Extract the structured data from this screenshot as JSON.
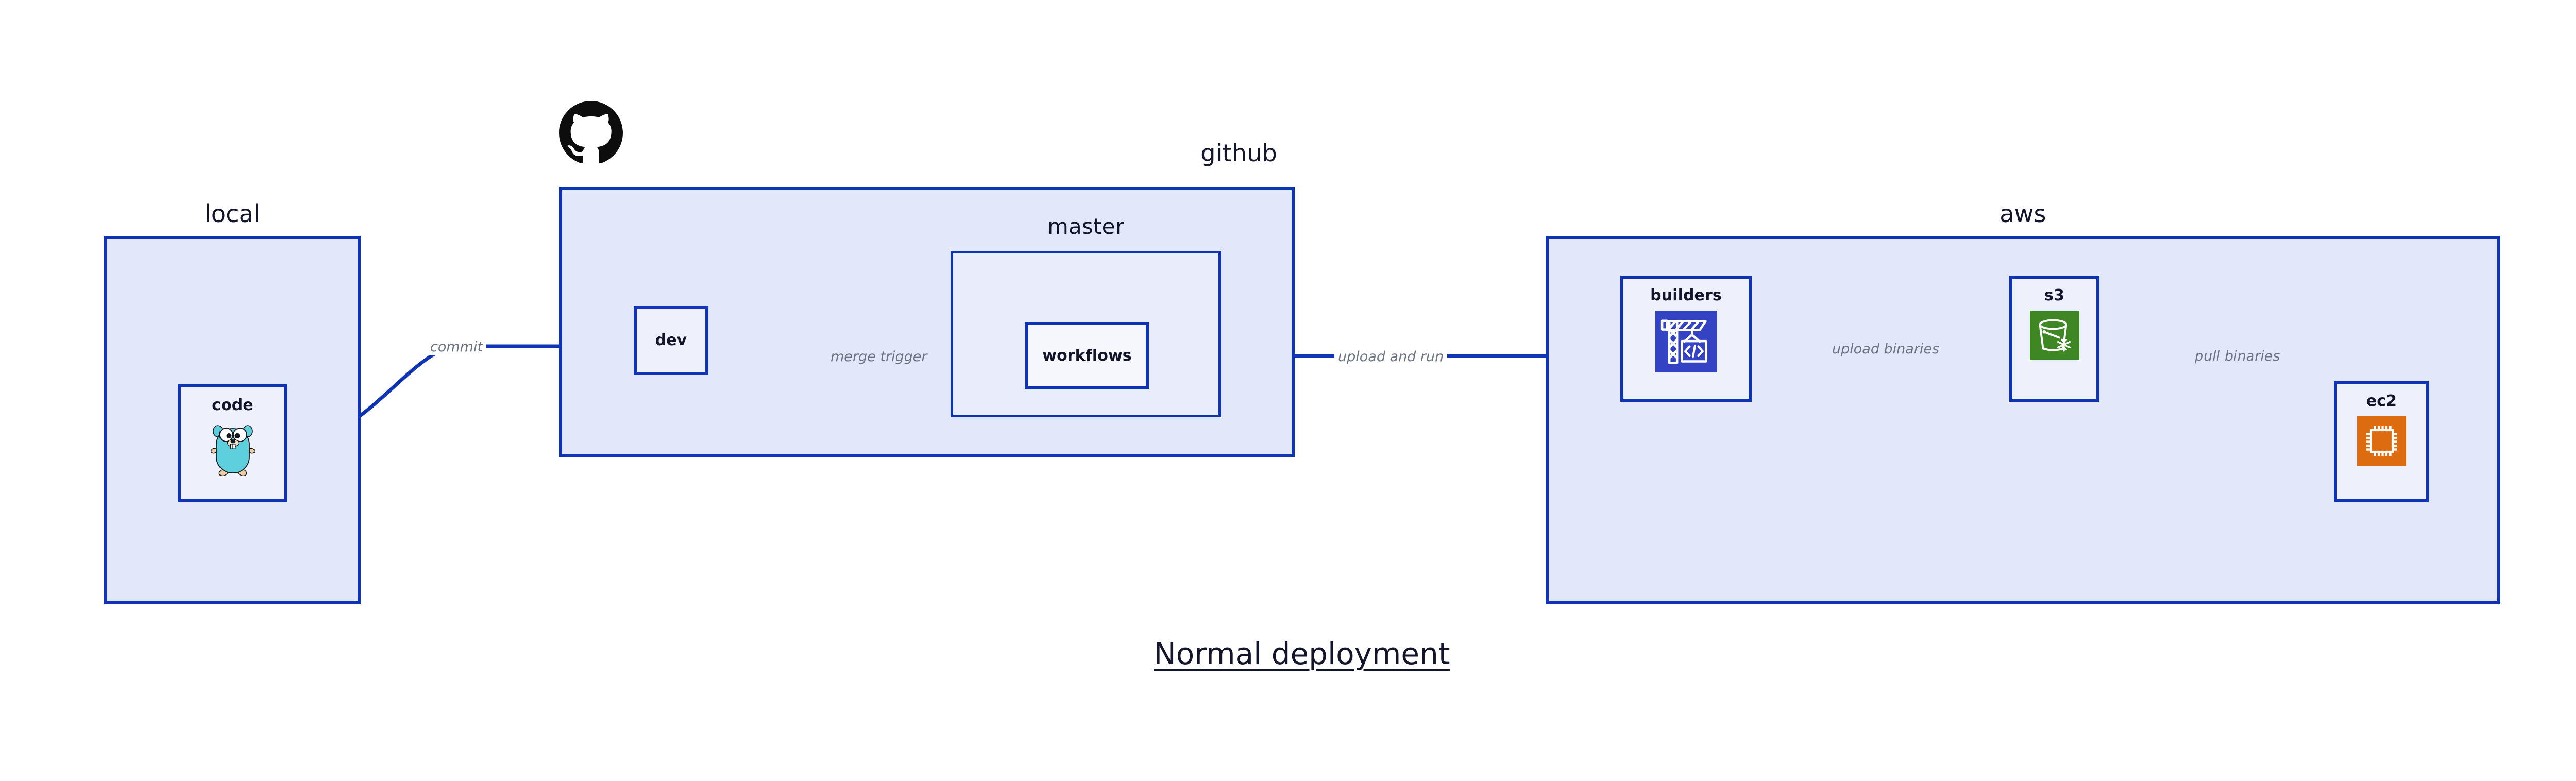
{
  "diagram": {
    "title": "Normal deployment",
    "colors": {
      "group_fill": "#e2e7fa",
      "nested_group_fill": "#e9edfb",
      "node_fill": "#eef1fc",
      "stroke": "#0f33b5",
      "label_text": "#13162b",
      "edge_label_text": "#6b7280",
      "builders_icon_bg": "#3442c4",
      "s3_icon_bg": "#3f8624",
      "ec2_icon_bg": "#dd6b10",
      "gopher_body": "#5ecfdc",
      "github_logo": "#0d0d0d"
    }
  },
  "groups": [
    {
      "id": "local",
      "label": "local"
    },
    {
      "id": "github",
      "label": "github"
    },
    {
      "id": "master",
      "label": "master"
    },
    {
      "id": "aws",
      "label": "aws"
    }
  ],
  "nodes": [
    {
      "id": "code",
      "label": "code",
      "icon": "go-gopher-icon",
      "group": "local"
    },
    {
      "id": "dev",
      "label": "dev",
      "icon": null,
      "group": "github"
    },
    {
      "id": "workflows",
      "label": "workflows",
      "icon": null,
      "group": "master"
    },
    {
      "id": "builders",
      "label": "builders",
      "icon": "crane-code-icon",
      "group": "aws"
    },
    {
      "id": "s3",
      "label": "s3",
      "icon": "s3-bucket-icon",
      "group": "aws"
    },
    {
      "id": "ec2",
      "label": "ec2",
      "icon": "ec2-cpu-icon",
      "group": "aws"
    }
  ],
  "edges": [
    {
      "id": "commit",
      "label": "commit",
      "from": "code",
      "to": "dev"
    },
    {
      "id": "merge-trigger",
      "label": "merge trigger",
      "from": "dev",
      "to": "workflows"
    },
    {
      "id": "upload-and-run",
      "label": "upload and run",
      "from": "workflows",
      "to": "builders"
    },
    {
      "id": "upload-binaries",
      "label": "upload binaries",
      "from": "builders",
      "to": "s3"
    },
    {
      "id": "pull-binaries",
      "label": "pull binaries",
      "from": "s3",
      "to": "ec2"
    }
  ],
  "icons": {
    "github_mark": "github-mark-icon"
  }
}
